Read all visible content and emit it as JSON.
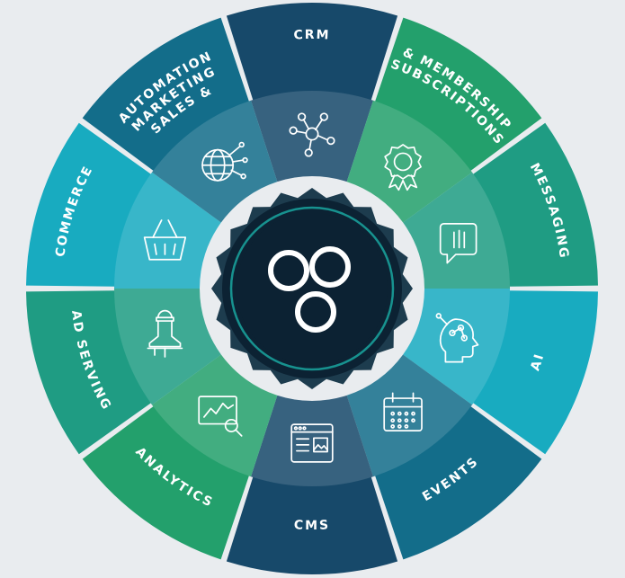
{
  "colors": {
    "background": "#e9ecef",
    "hub_dark": "#0c2233",
    "hub_ring": "#1d3c4e",
    "hub_accent": "#1aa6a0"
  },
  "segments": [
    {
      "id": "crm",
      "label_lines": [
        "CRM"
      ],
      "color": "#17496a",
      "icon": "network-icon"
    },
    {
      "id": "subscriptions",
      "label_lines": [
        "SUBSCRIPTIONS",
        "& MEMBERSHIP"
      ],
      "color": "#23a06c",
      "icon": "award-badge-icon"
    },
    {
      "id": "messaging",
      "label_lines": [
        "MESSAGING"
      ],
      "color": "#1f9c83",
      "icon": "chat-bubble-icon"
    },
    {
      "id": "ai",
      "label_lines": [
        "AI"
      ],
      "color": "#18abc0",
      "icon": "ai-head-icon"
    },
    {
      "id": "events",
      "label_lines": [
        "EVENTS"
      ],
      "color": "#136d8a",
      "icon": "calendar-icon"
    },
    {
      "id": "cms",
      "label_lines": [
        "CMS"
      ],
      "color": "#17496a",
      "icon": "browser-window-icon"
    },
    {
      "id": "analytics",
      "label_lines": [
        "ANALYTICS"
      ],
      "color": "#23a06c",
      "icon": "analytics-chart-icon"
    },
    {
      "id": "ad-serving",
      "label_lines": [
        "AD SERVING"
      ],
      "color": "#1f9c83",
      "icon": "megaphone-icon"
    },
    {
      "id": "commerce",
      "label_lines": [
        "COMMERCE"
      ],
      "color": "#18abc0",
      "icon": "shopping-basket-icon"
    },
    {
      "id": "sales-marketing",
      "label_lines": [
        "SALES &",
        "MARKETING",
        "AUTOMATION"
      ],
      "color": "#136d8a",
      "icon": "globe-nodes-icon"
    }
  ],
  "hub": {
    "icon": "three-rings-logo-icon"
  }
}
